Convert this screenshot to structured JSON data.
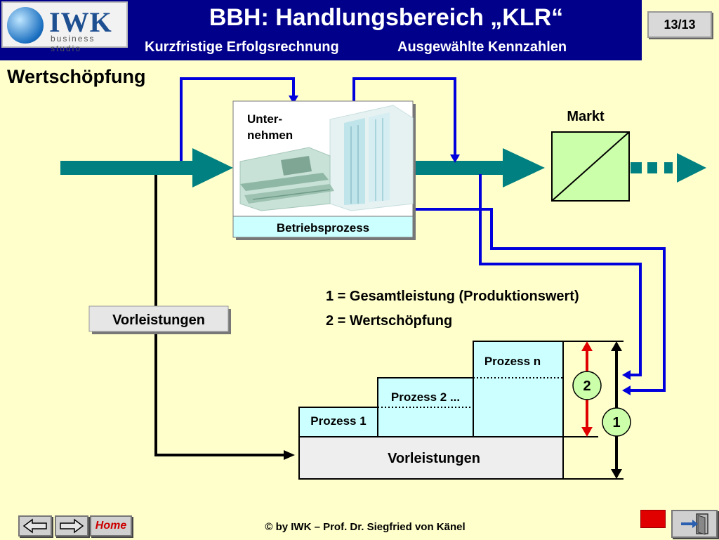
{
  "header": {
    "logo_brand": "IWK",
    "logo_sub": "business studio",
    "title": "BBH: Handlungsbereich „KLR“",
    "subtitle_left": "Kurzfristige Erfolgsrechnung",
    "subtitle_right": "Ausgewählte Kennzahlen",
    "page_number": "13/13"
  },
  "section_title": "Wertschöpfung",
  "diagram": {
    "company_label_line1": "Unter-",
    "company_label_line2": "nehmen",
    "company_caption": "Betriebsprozess",
    "market_label": "Markt",
    "vorleistungen_box": "Vorleistungen",
    "legend_line1": "1 = Gesamtleistung (Produktionswert)",
    "legend_line2": "2 = Wertschöpfung",
    "process_1": "Prozess 1",
    "process_2": "Prozess 2 ...",
    "process_n": "Prozess n",
    "vorleistungen_base": "Vorleistungen",
    "marker_1": "1",
    "marker_2": "2"
  },
  "footer": {
    "home_label": "Home",
    "copyright": "© by IWK – Prof. Dr. Siegfried von Känel"
  },
  "colors": {
    "header_bg": "#00008b",
    "page_bg": "#ffffcc",
    "teal_arrow": "#008080",
    "blue_line": "#0000dd",
    "box_fill": "#ccffff",
    "market_fill": "#ccffaa",
    "red_arrow": "#e00000"
  }
}
